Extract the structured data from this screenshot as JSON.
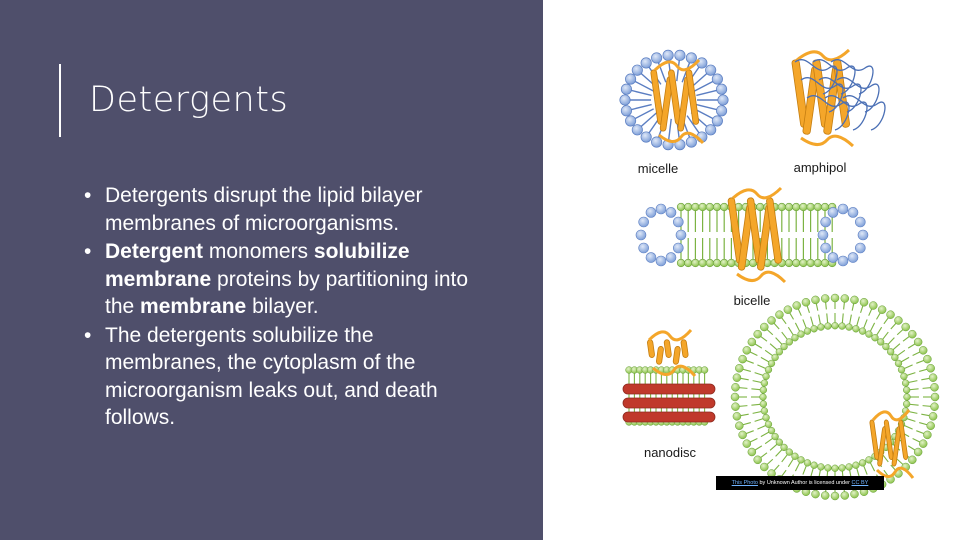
{
  "slide": {
    "title": "Detergents",
    "bullets": [
      {
        "bullet_symbol": "•",
        "segments": [
          {
            "text": "Detergents disrupt the lipid bilayer membranes of microorganisms.",
            "bold": false
          }
        ]
      },
      {
        "bullet_symbol": "•",
        "segments": [
          {
            "text": "Detergent",
            "bold": true
          },
          {
            "text": " monomers ",
            "bold": false
          },
          {
            "text": "solubilize membrane",
            "bold": true
          },
          {
            "text": " proteins by partitioning into the ",
            "bold": false
          },
          {
            "text": "membrane",
            "bold": true
          },
          {
            "text": " bilayer.",
            "bold": false
          }
        ]
      },
      {
        "bullet_symbol": "•",
        "segments": [
          {
            "text": "The detergents solubilize the membranes, the cytoplasm of the microorganism leaks out, and death follows.",
            "bold": false
          }
        ]
      }
    ]
  },
  "figure": {
    "labels": {
      "micelle": "micelle",
      "amphipol": "amphipol",
      "bicelle": "bicelle",
      "nanodisc": "nanodisc"
    },
    "caption": {
      "link_text": "This Photo",
      "middle_text": " by Unknown Author is licensed under ",
      "license_text": "CC BY"
    }
  },
  "colors": {
    "panel_background": "#4f4f6b",
    "text": "#ffffff",
    "protein_orange": "#f4a62a",
    "detergent_blue": "#7e9fd8",
    "lipid_green": "#9ccc65",
    "scaffold_red": "#c0392b"
  }
}
